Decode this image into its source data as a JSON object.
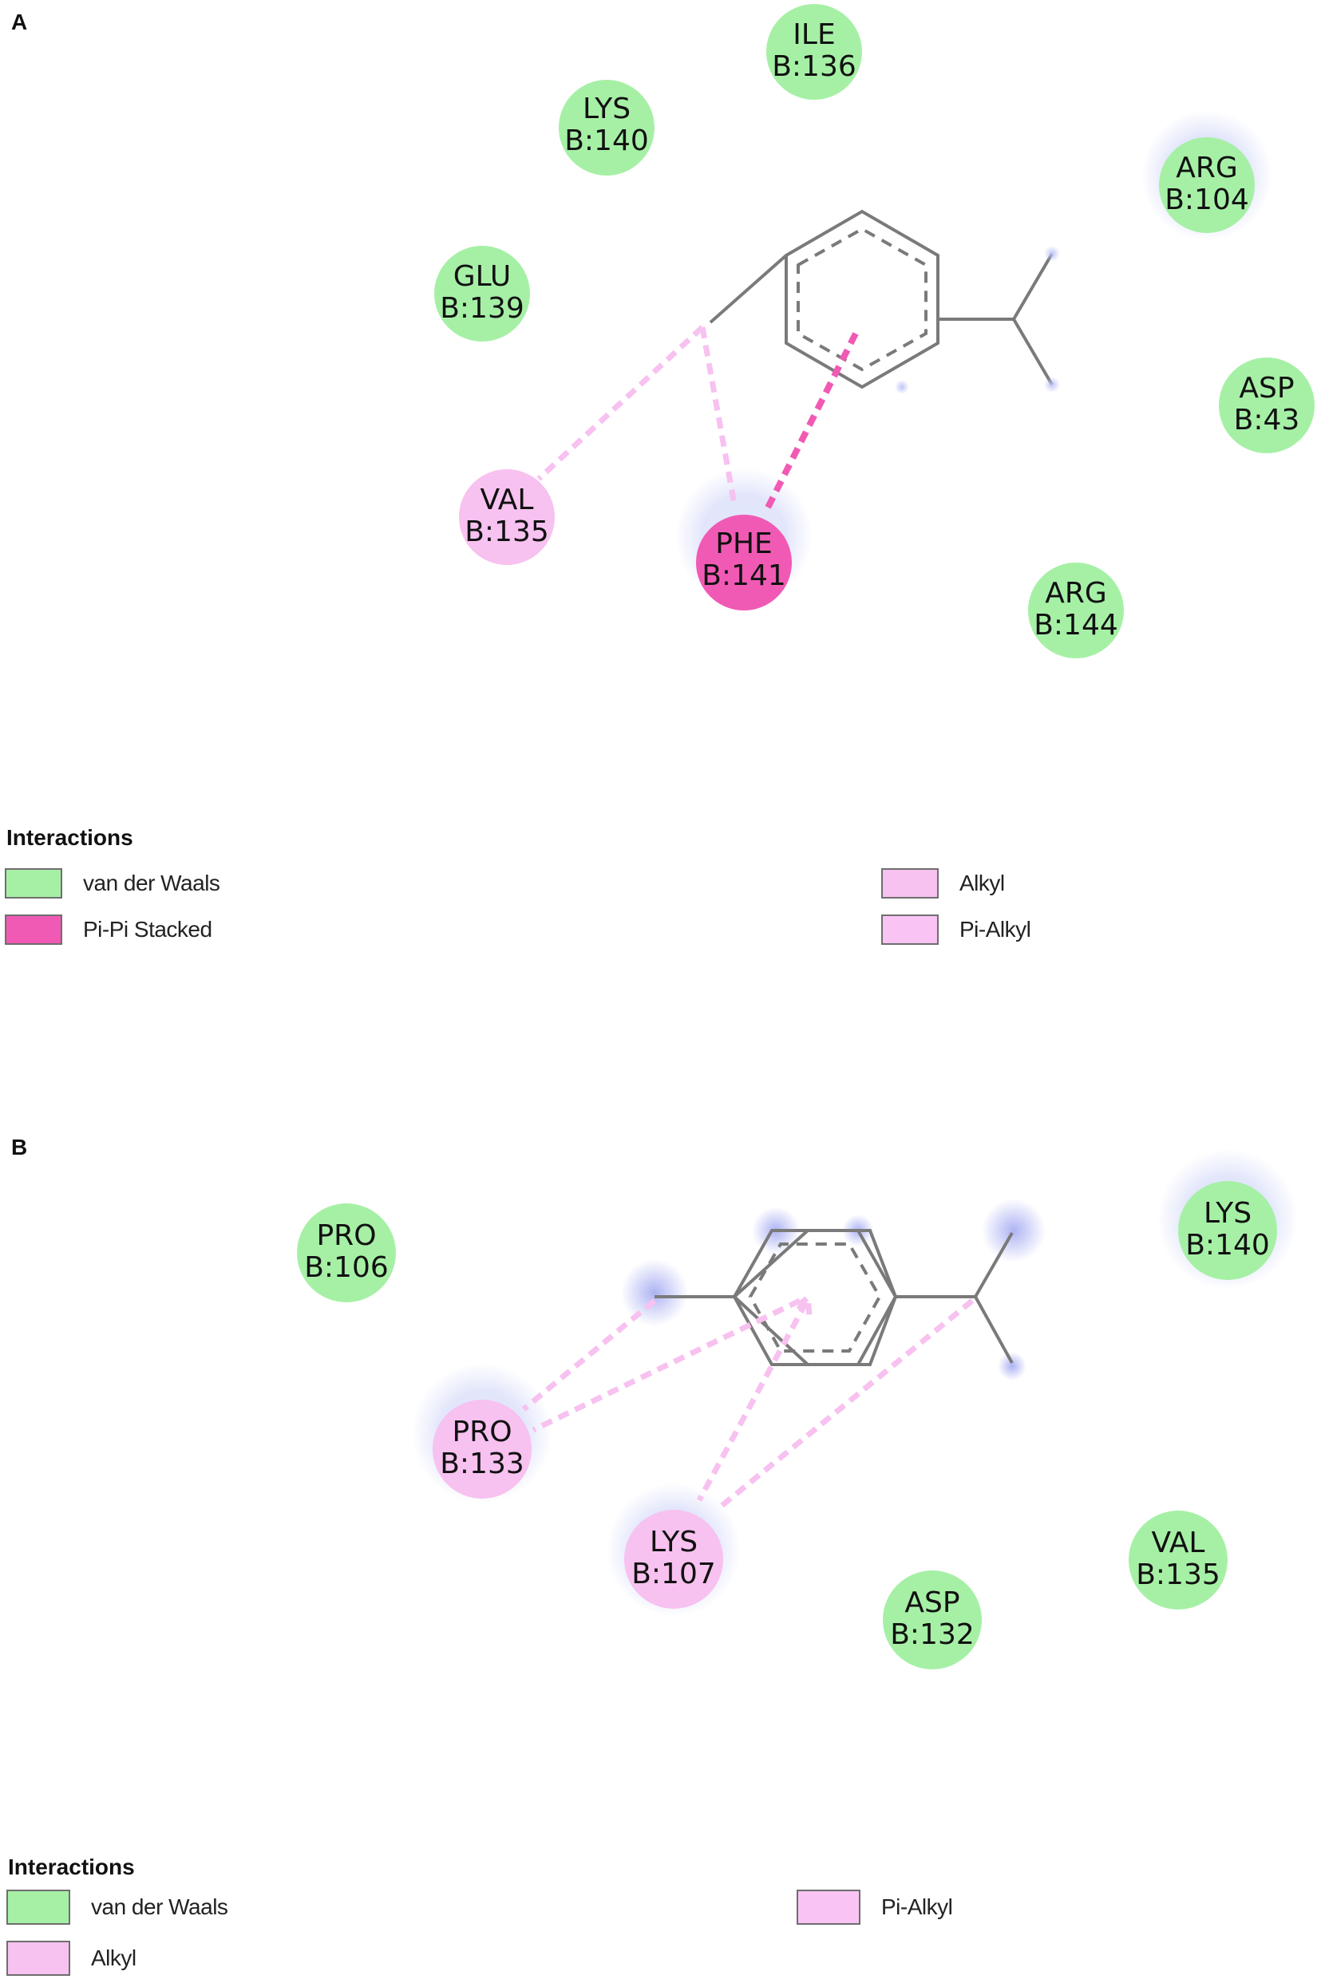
{
  "colors": {
    "van_der_waals": "#a6f0a6",
    "pi_pi_stacked": "#f05ab4",
    "alkyl": "#f7c1f0",
    "pi_alkyl": "#f9c4f4",
    "bond": "#7a7a7a",
    "glow": "#c9cdf7"
  },
  "panel_a": {
    "letter": "A",
    "residues": [
      {
        "id": "ile136",
        "name": "ILE",
        "num": "B:136",
        "type": "van_der_waals"
      },
      {
        "id": "lys140",
        "name": "LYS",
        "num": "B:140",
        "type": "van_der_waals"
      },
      {
        "id": "arg104",
        "name": "ARG",
        "num": "B:104",
        "type": "van_der_waals"
      },
      {
        "id": "glu139",
        "name": "GLU",
        "num": "B:139",
        "type": "van_der_waals"
      },
      {
        "id": "asp43",
        "name": "ASP",
        "num": "B:43",
        "type": "van_der_waals"
      },
      {
        "id": "val135",
        "name": "VAL",
        "num": "B:135",
        "type": "alkyl"
      },
      {
        "id": "phe141",
        "name": "PHE",
        "num": "B:141",
        "type": "pi_pi_stacked"
      },
      {
        "id": "arg144",
        "name": "ARG",
        "num": "B:144",
        "type": "van_der_waals"
      }
    ],
    "legend": {
      "title": "Interactions",
      "items": [
        {
          "label": "van der Waals",
          "type": "van_der_waals"
        },
        {
          "label": "Pi-Pi Stacked",
          "type": "pi_pi_stacked"
        },
        {
          "label": "Alkyl",
          "type": "alkyl"
        },
        {
          "label": "Pi-Alkyl",
          "type": "pi_alkyl"
        }
      ]
    }
  },
  "panel_b": {
    "letter": "B",
    "residues": [
      {
        "id": "pro106",
        "name": "PRO",
        "num": "B:106",
        "type": "van_der_waals"
      },
      {
        "id": "lys140",
        "name": "LYS",
        "num": "B:140",
        "type": "van_der_waals"
      },
      {
        "id": "pro133",
        "name": "PRO",
        "num": "B:133",
        "type": "alkyl"
      },
      {
        "id": "lys107",
        "name": "LYS",
        "num": "B:107",
        "type": "alkyl"
      },
      {
        "id": "asp132",
        "name": "ASP",
        "num": "B:132",
        "type": "van_der_waals"
      },
      {
        "id": "val135",
        "name": "VAL",
        "num": "B:135",
        "type": "van_der_waals"
      }
    ],
    "legend": {
      "title": "Interactions",
      "items": [
        {
          "label": "van der Waals",
          "type": "van_der_waals"
        },
        {
          "label": "Alkyl",
          "type": "alkyl"
        },
        {
          "label": "Pi-Alkyl",
          "type": "pi_alkyl"
        }
      ]
    }
  }
}
